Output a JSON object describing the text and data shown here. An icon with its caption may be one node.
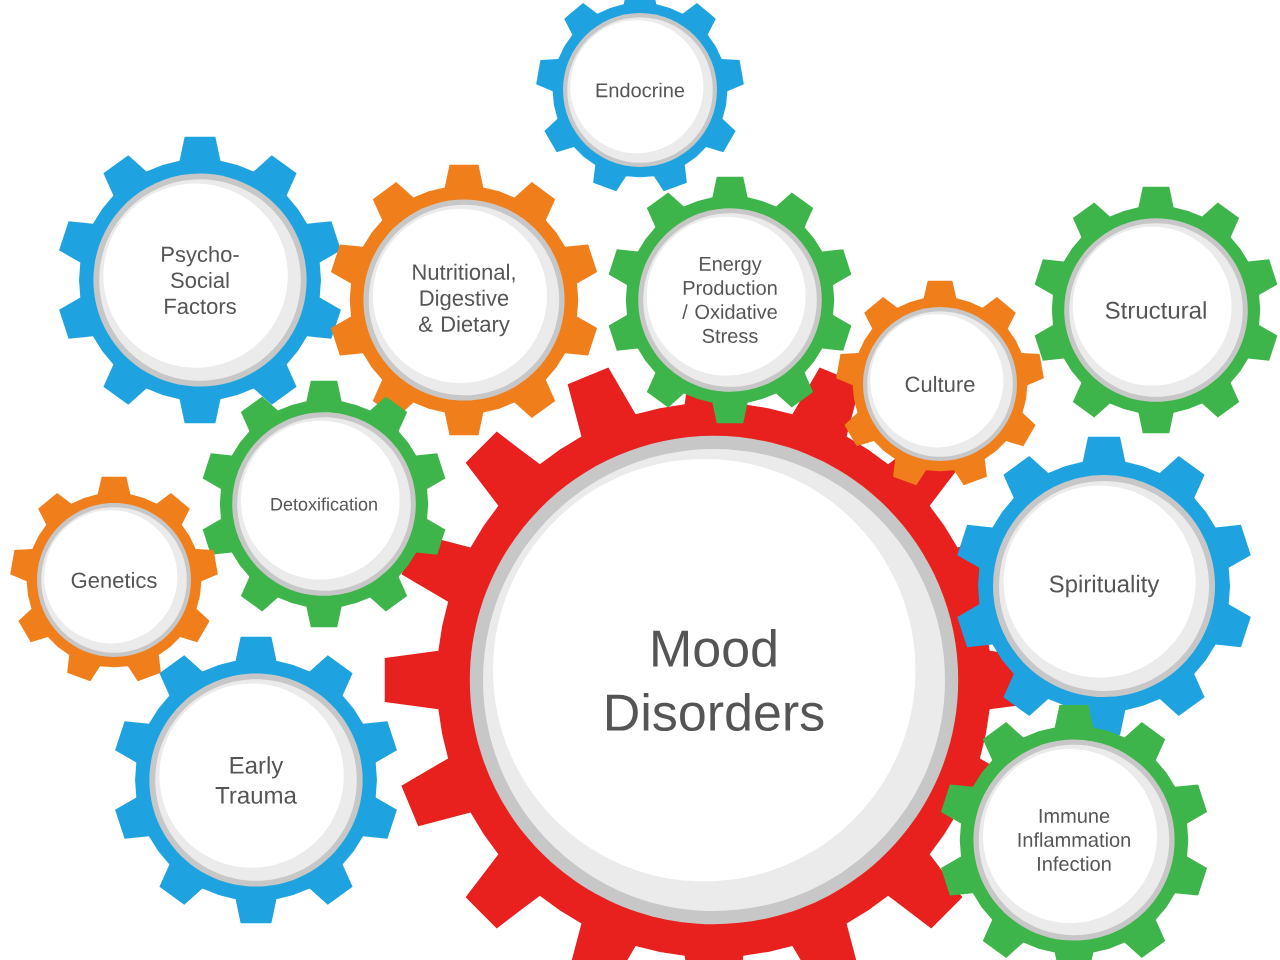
{
  "diagram": {
    "nodes": [
      {
        "text": [
          "Mood Disorders"
        ]
      },
      {
        "text": [
          "Endocrine"
        ]
      },
      {
        "text": [
          "Psycho-Social Factors"
        ]
      },
      {
        "text": [
          "Nutritional, Digestive & Dietary"
        ]
      },
      {
        "text": [
          "Energy Production / Oxidative Stress"
        ]
      },
      {
        "text": [
          "Culture"
        ]
      },
      {
        "text": [
          "Structural"
        ]
      },
      {
        "text": [
          "Detoxification"
        ]
      },
      {
        "text": [
          "Genetics"
        ]
      },
      {
        "text": [
          "Spirituality"
        ]
      },
      {
        "text": [
          "Early Trauma"
        ]
      },
      {
        "text": [
          "Immune Inflammation Infection"
        ]
      }
    ]
  }
}
